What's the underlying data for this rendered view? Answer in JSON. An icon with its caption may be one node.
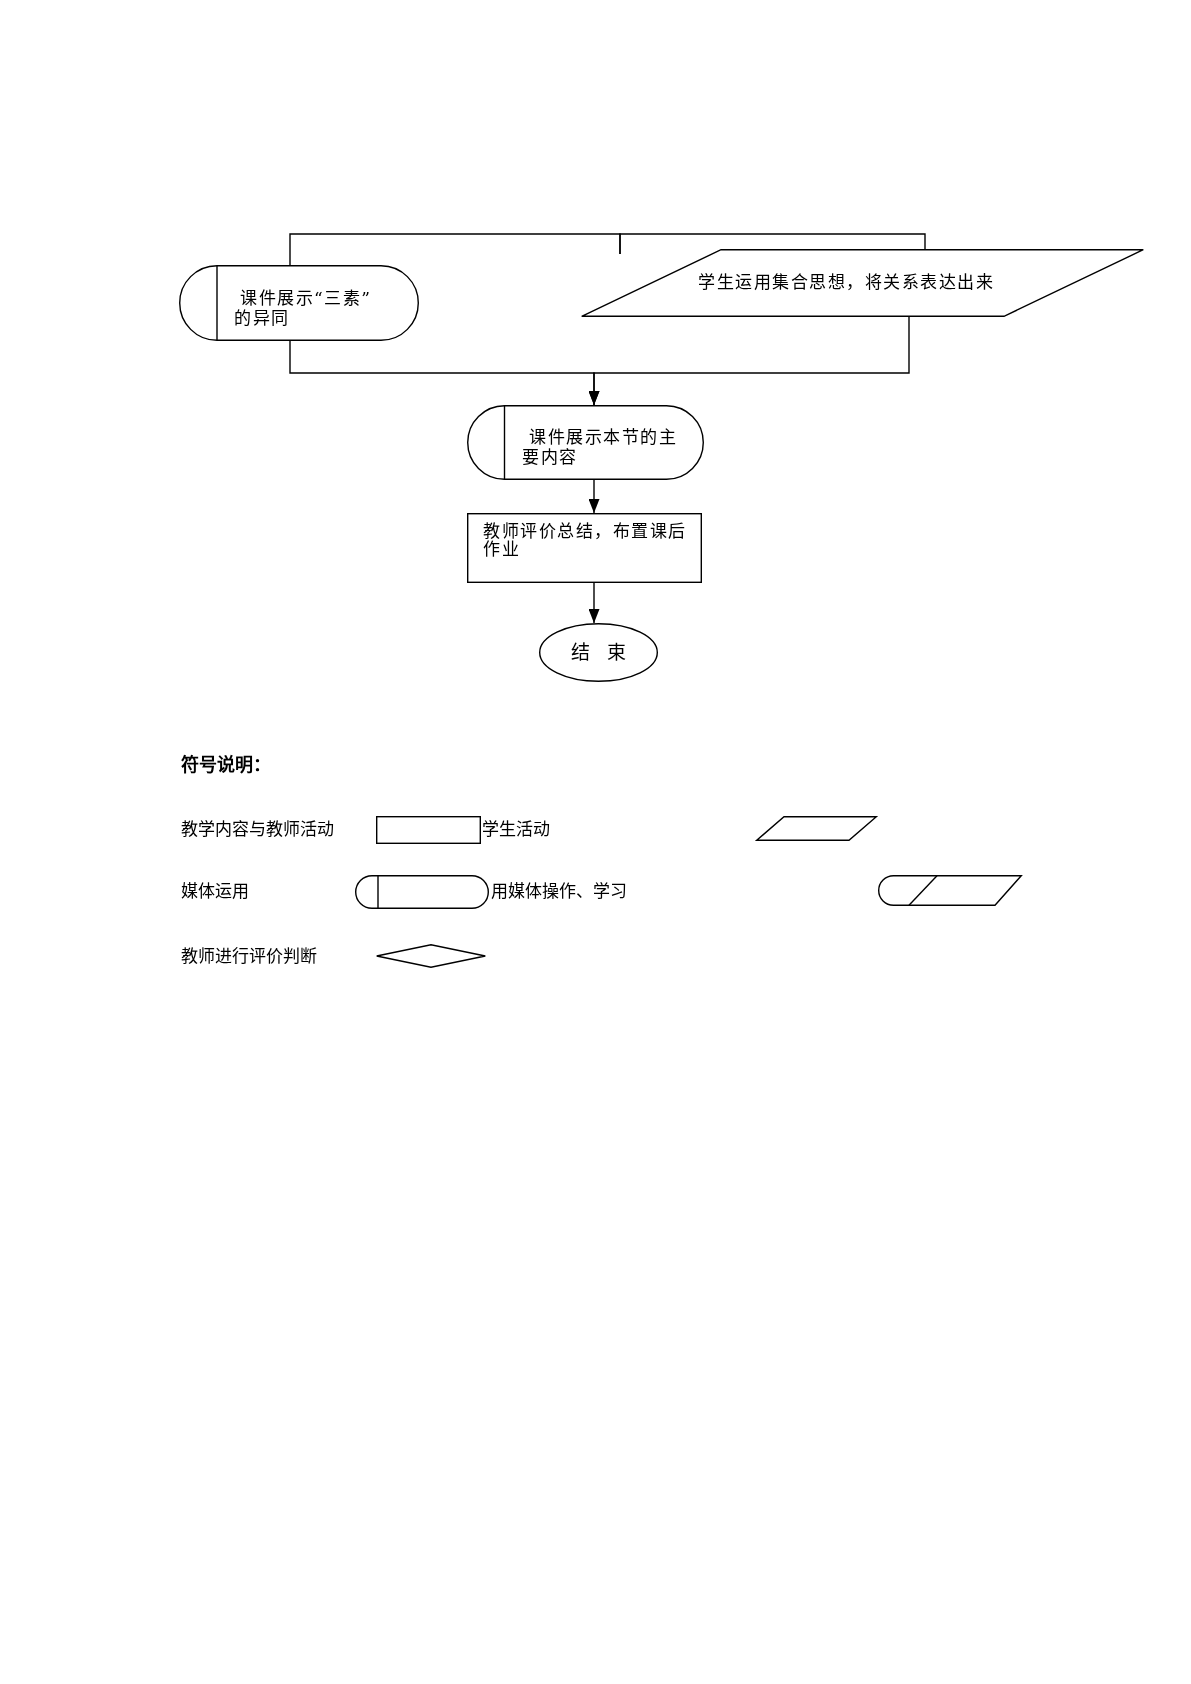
{
  "diagram": {
    "nodes": [
      {
        "text": [
          "课件展示“三素”的异同"
        ]
      },
      {
        "text": [
          "学生运用集合思想，将关系表达出来"
        ]
      },
      {
        "text": [
          "课件展示本节的主要内容"
        ]
      },
      {
        "text": [
          "教师评价总结，布置课后作业"
        ]
      },
      {
        "text": [
          "结 束"
        ]
      }
    ],
    "edges": [
      {
        "from": null,
        "to": 0,
        "arrow": "none"
      },
      {
        "from": null,
        "to": 1,
        "arrow": "none"
      },
      {
        "from": 0,
        "to": 2,
        "arrow": "to"
      },
      {
        "from": 1,
        "to": 2,
        "arrow": "to"
      },
      {
        "from": 2,
        "to": 3,
        "arrow": "to"
      },
      {
        "from": 3,
        "to": 4,
        "arrow": "to"
      }
    ],
    "labels": [
      "符号说明："
    ],
    "legend": [
      {
        "text": "教学内容与教师活动"
      },
      {
        "text": "学生活动"
      },
      {
        "text": "媒体运用"
      },
      {
        "text": "用媒体操作、学习"
      },
      {
        "text": "教师进行评价判断"
      }
    ]
  }
}
